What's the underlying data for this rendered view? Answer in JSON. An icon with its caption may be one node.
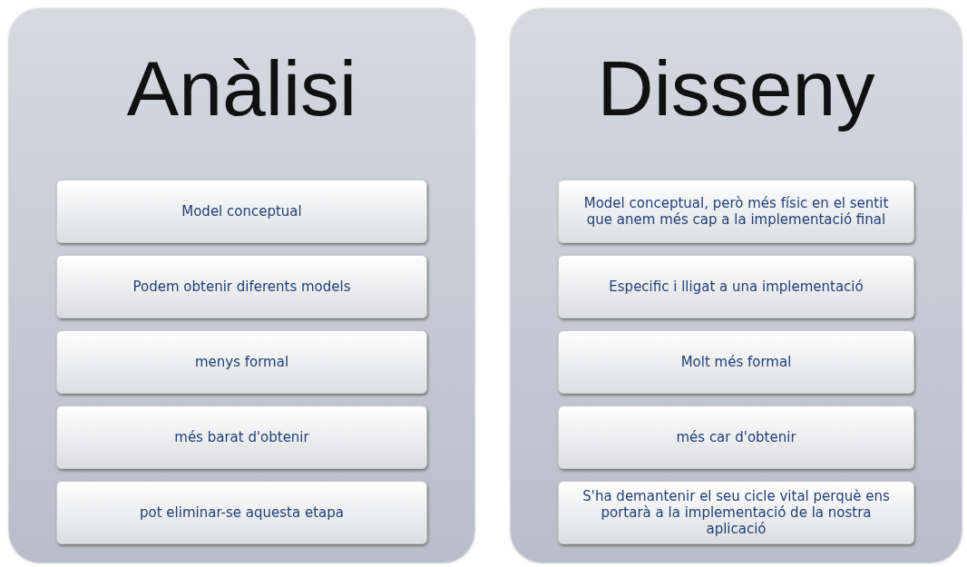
{
  "diagram": {
    "nodes": [
      {
        "text": [
          "Anàlisi"
        ]
      },
      {
        "text": [
          "Model conceptual"
        ],
        "in": 0
      },
      {
        "text": [
          "Podem obtenir diferents models"
        ],
        "in": 0
      },
      {
        "text": [
          "menys formal"
        ],
        "in": 0
      },
      {
        "text": [
          "més barat d'obtenir"
        ],
        "in": 0
      },
      {
        "text": [
          "pot eliminar-se aquesta etapa"
        ],
        "in": 0
      },
      {
        "text": [
          "Disseny"
        ]
      },
      {
        "text": [
          "Model conceptual, però més físic en el sentit que anem més cap a la implementació final"
        ],
        "in": 6
      },
      {
        "text": [
          "Especific i lligat a una implementació"
        ],
        "in": 6
      },
      {
        "text": [
          "Molt més formal"
        ],
        "in": 6
      },
      {
        "text": [
          "més car d'obtenir"
        ],
        "in": 6
      },
      {
        "text": [
          "S'ha demantenir el seu cicle vital perquè ens portarà a la implementació de la nostra aplicació"
        ],
        "in": 6
      }
    ],
    "edges": []
  }
}
